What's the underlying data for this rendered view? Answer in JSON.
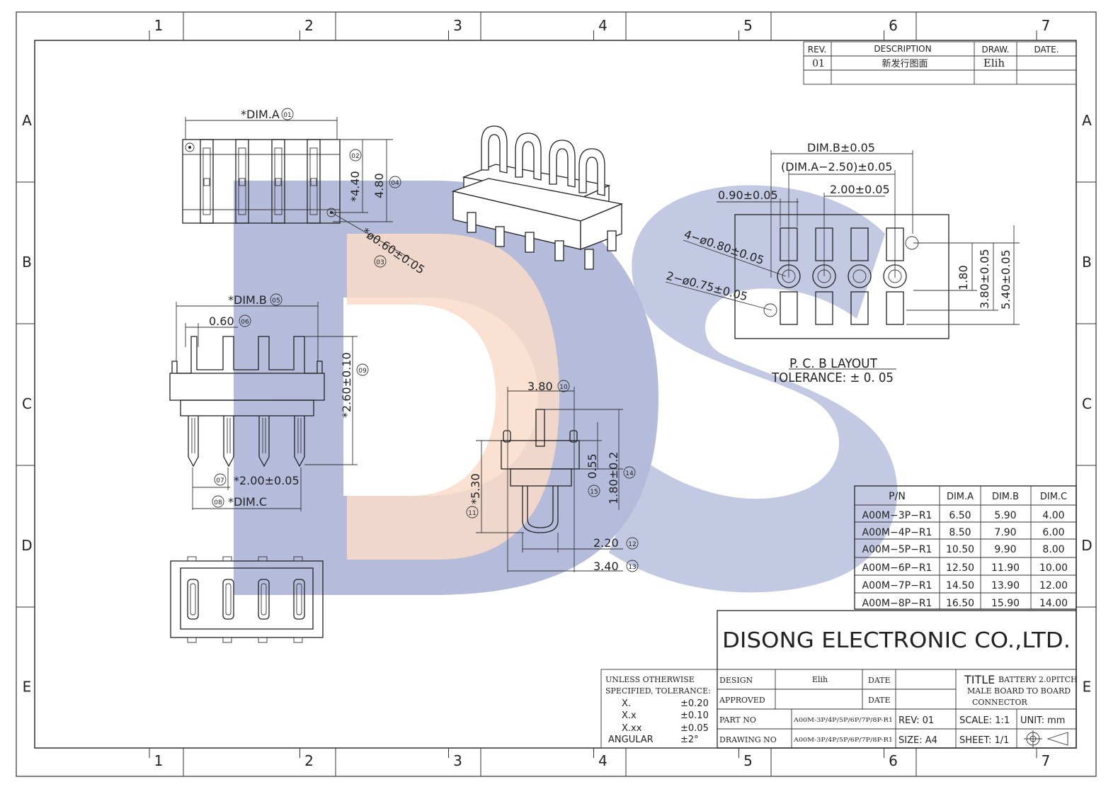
{
  "zones": {
    "cols": [
      "1",
      "2",
      "3",
      "4",
      "5",
      "6",
      "7"
    ],
    "rows": [
      "A",
      "B",
      "C",
      "D",
      "E"
    ]
  },
  "revision": {
    "headers": [
      "REV.",
      "DESCRIPTION",
      "DRAW.",
      "DATE."
    ],
    "row": [
      "01",
      "新发行图面",
      "Elih",
      ""
    ]
  },
  "watermark": {
    "text": "DS",
    "color_d": "#3f4ea3",
    "color_accent": "#f2a574"
  },
  "top_view": {
    "dim_a": "*DIM.A",
    "dim_a_bubble": "01",
    "h1": "*4.40",
    "h1_bubble": "02",
    "h2": "4.80",
    "h2_bubble": "04",
    "hole": "*ø0.60±0.05",
    "hole_bubble": "03"
  },
  "front_view": {
    "dim_b": "*DIM.B",
    "dim_b_bubble": "05",
    "pin_w": "0.60",
    "pin_w_bubble": "06",
    "height": "*2.60±0.10",
    "height_bubble": "09",
    "pitch": "*2.00±0.05",
    "pitch_bubble": "07",
    "dim_c": "*DIM.C",
    "dim_c_bubble": "08"
  },
  "side_view": {
    "w1": "3.80",
    "w1_bubble": "10",
    "h1": "0.55",
    "h1_bubble": "15",
    "h2": "1.80±0.2",
    "h2_bubble": "14",
    "h3": "*5.30",
    "h3_bubble": "11",
    "w2": "2.20",
    "w2_bubble": "12",
    "w3": "3.40",
    "w3_bubble": "13"
  },
  "pcb": {
    "dim_b": "DIM.B±0.05",
    "dim_a": "(DIM.A−2.50)±0.05",
    "pad": "0.90±0.05",
    "pitch": "2.00±0.05",
    "holes4": "4−ø0.80±0.05",
    "holes2": "2−ø0.75±0.05",
    "v1": "1.80",
    "v2": "3.80±0.05",
    "v3": "5.40±0.05",
    "title": "P. C. B LAYOUT",
    "tolerance": "TOLERANCE: ± 0. 05"
  },
  "pn_table": {
    "headers": [
      "P/N",
      "DIM.A",
      "DIM.B",
      "DIM.C"
    ],
    "rows": [
      [
        "A00M−3P−R1",
        "6.50",
        "5.90",
        "4.00"
      ],
      [
        "A00M−4P−R1",
        "8.50",
        "7.90",
        "6.00"
      ],
      [
        "A00M−5P−R1",
        "10.50",
        "9.90",
        "8.00"
      ],
      [
        "A00M−6P−R1",
        "12.50",
        "11.90",
        "10.00"
      ],
      [
        "A00M−7P−R1",
        "14.50",
        "13.90",
        "12.00"
      ],
      [
        "A00M−8P−R1",
        "16.50",
        "15.90",
        "14.00"
      ]
    ]
  },
  "title_block": {
    "company": "DISONG ELECTRONIC CO.,LTD.",
    "tol_line1": "UNLESS OTHERWISE",
    "tol_line2": "SPECIFIED, TOLERANCE:",
    "tol_rows": [
      [
        "X.",
        "±0.20"
      ],
      [
        "X.x",
        "±0.10"
      ],
      [
        "X.xx",
        "±0.05"
      ],
      [
        "ANGULAR",
        "±2°"
      ]
    ],
    "design_label": "DESIGN",
    "design_value": "Elih",
    "date_label": "DATE",
    "approved_label": "APPROVED",
    "date_label2": "DATE",
    "partno_label": "PART NO",
    "partno_value": "A00M-3P/4P/5P/6P/7P/8P-R1",
    "drawno_label": "DRAWING NO",
    "drawno_value": "A00M-3P/4P/5P/6P/7P/8P-R1",
    "title_label": "TITLE",
    "title_line1": "BATTERY 2.0PITCH",
    "title_line2": "MALE BOARD TO BOARD",
    "title_line3": "CONNECTOR",
    "rev": "REV: 01",
    "size": "SIZE: A4",
    "scale": "SCALE: 1:1",
    "sheet": "SHEET: 1/1",
    "unit": "UNIT: mm"
  }
}
